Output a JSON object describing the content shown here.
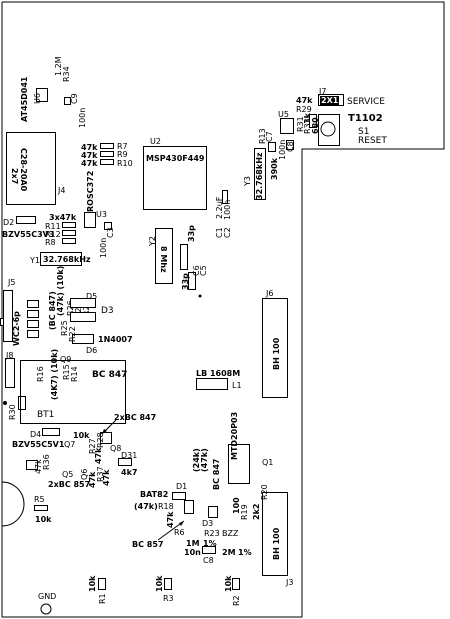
{
  "outline": "J7",
  "silk": {
    "u6_ref": "U6",
    "u6_part": "AT45D041",
    "r34_val": "1.2M",
    "r34_ref": "R34",
    "c9_ref": "C9",
    "c9_val": "100n",
    "j4_ref": "J4",
    "j4_part": "C28-20A0",
    "j4_sub": "2x7",
    "r_k1": "47k",
    "r_k2": "47k",
    "r_k3": "47k",
    "r7": "R7",
    "r9": "R9",
    "r10": "R10",
    "u2_ref": "U2",
    "u2_part": "MSP430F449",
    "u3_part": "ROSC372",
    "u3_ref": "U3",
    "c3_val": "100n",
    "c3_ref": "C3",
    "d2_ref": "D2",
    "d2_part": "BZV55C3V3",
    "r_3x47k": "3x47k",
    "r11": "R11",
    "r12": "R12",
    "r8": "R8",
    "y1_ref": "Y1",
    "y1_val": "32.768kHz",
    "y2_ref": "Y2",
    "y2_val": "8 Mhz",
    "c6_val": "33p",
    "c6_ref": "C6",
    "c5_val": "33p",
    "c5_ref": "C5",
    "c1_ref": "C1",
    "c1_val": "2.2uF",
    "c2_ref": "C2",
    "c2_val": "100n",
    "y3_ref": "Y3",
    "y3_val": "32.768kHz",
    "j7_val": "47k",
    "j7_ref": "J7",
    "j7_part": "2X1",
    "j7_label": "SERVICE",
    "r29": "R29",
    "u5": "U5",
    "r31": "R31",
    "r33": "R33",
    "val_1k": "1k",
    "val_680": "680",
    "val_390k": "390k",
    "val_100n": "100n",
    "r13": "R13",
    "c7": "C7",
    "c8_small": "C8",
    "t1102": "T1102",
    "s1_ref": "S1",
    "s1_label": "RESET",
    "j5_ref": "J5",
    "j5_part": "WC2-6p",
    "r_4k7_10k": "(4K7) (10k)",
    "r_47k_10k": "(47k) (10k)",
    "r26": "R26",
    "r24": "R24",
    "r23": "R23",
    "r25": "R25",
    "r22": "R22",
    "r_bc847": "(BC 847)",
    "d5": "D5",
    "d3": "D3",
    "d6": "D6",
    "d6_part": "1N4007",
    "j6_ref": "J6",
    "j6_part": "BH 100",
    "j8_ref": "J8",
    "q9": "Q9",
    "q9_part": "BC 847",
    "r16": "R16",
    "r15": "R15",
    "r14": "R14",
    "r30": "R30",
    "bt1": "BT1",
    "d4": "D4",
    "d4_part": "BZV55C5V1",
    "q7_part": "2xBC 847",
    "r_10k": "10k",
    "q7": "Q7",
    "r28": "R28",
    "r27": "R27",
    "q8": "Q8",
    "d31": "D31",
    "val_4k7": "4k7",
    "r36": "R36",
    "q5": "Q5",
    "q6": "Q6",
    "val_47k_a": "47k",
    "val_47k_b": "47k",
    "q5_part": "2xBC 857",
    "r37": "R37",
    "l1_part": "LB 1608M",
    "l1_ref": "L1",
    "mtd_part": "MTD20P03",
    "q1": "Q1",
    "val_24k": "(24k)",
    "val_47k_p": "(47k)",
    "bc847_v": "BC 847",
    "d1": "D1",
    "bat82": "BAT82",
    "val_47k_c": "(47k)",
    "r18": "R18",
    "r_k4": "47k",
    "r6": "R6",
    "d3b": "D3",
    "bc857": "BC 857",
    "r23b": "R23",
    "bzz": "BZZ",
    "val_1m": "1M",
    "val_1pct": "1%",
    "val_10n": "10n",
    "c8": "C8",
    "val_2m": "2M",
    "val_1pct_b": "1%",
    "val_100": "100",
    "r19": "R19",
    "r20": "R20",
    "val_2k2": "2k2",
    "r5": "R5",
    "r5_val": "10k",
    "j3_ref": "J3",
    "j3_part": "BH 100",
    "r1_val": "10k",
    "r1": "R1",
    "r3_val": "10k",
    "r3": "R3",
    "r2_val": "10k",
    "r2": "R2",
    "gnd": "GND",
    "r_k5": "47k",
    "r_k6": "47k"
  }
}
